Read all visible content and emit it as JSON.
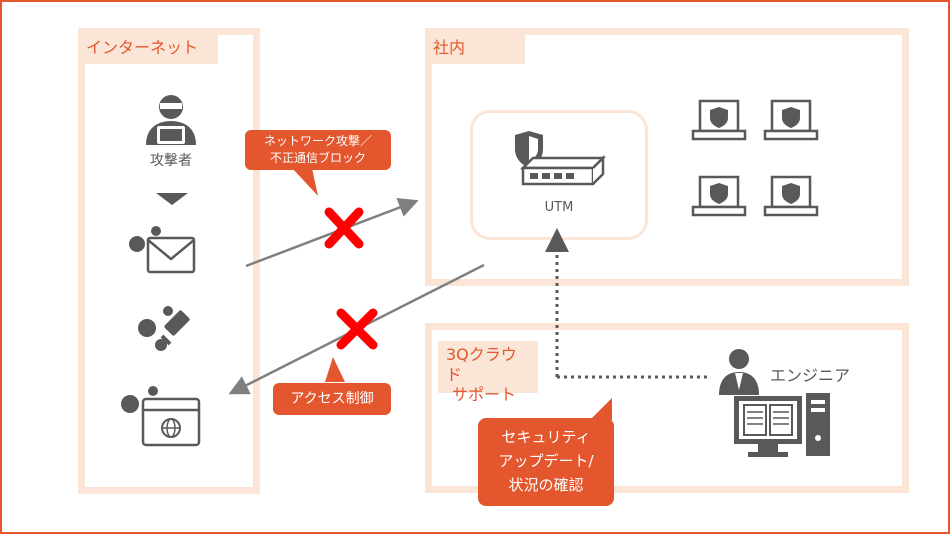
{
  "colors": {
    "accent": "#e4572e",
    "panel": "#fbe5d6",
    "icon": "#595959"
  },
  "internet": {
    "title": "インターネット",
    "attacker_label": "攻撃者",
    "icons": [
      "hacker-icon",
      "virus-mail-icon",
      "virus-usb-icon",
      "virus-website-icon"
    ]
  },
  "office": {
    "title": "社内",
    "utm_label": "UTM",
    "icons": [
      "shield-icon",
      "router-icon",
      "laptop-shield-icon"
    ]
  },
  "support": {
    "title_line1": "3Qクラウド",
    "title_line2": "サポート",
    "engineer_label": "エンジニア",
    "icons": [
      "engineer-icon",
      "monitor-icon",
      "server-tower-icon"
    ]
  },
  "callouts": {
    "block_line1": "ネットワーク攻撃／",
    "block_line2": "不正通信ブロック",
    "access": "アクセス制御",
    "update_line1": "セキュリティ",
    "update_line2": "アップデート/",
    "update_line3": "状況の確認"
  }
}
